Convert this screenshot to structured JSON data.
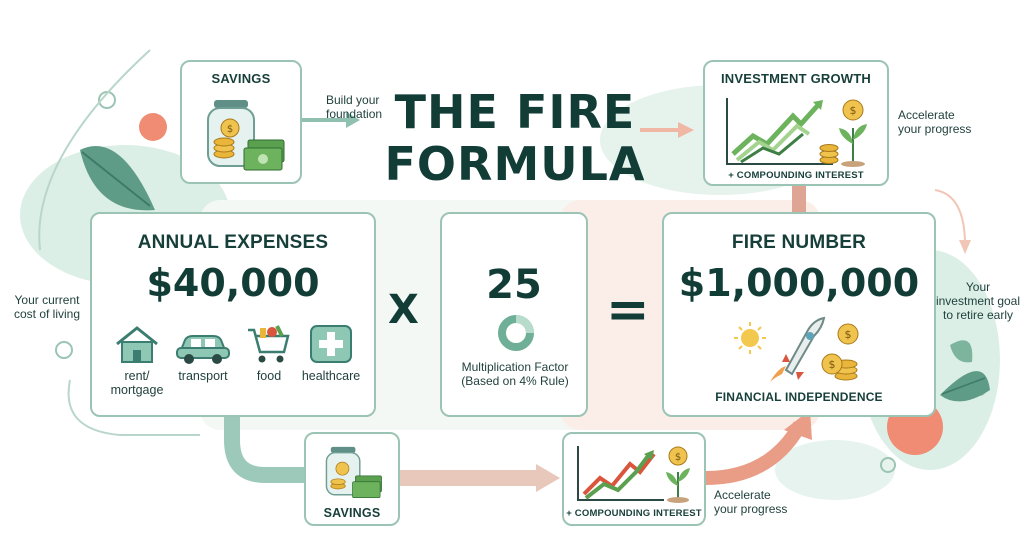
{
  "title": {
    "line1": "THE FIRE",
    "line2": "FORMULA"
  },
  "savings_top": {
    "title": "SAVINGS",
    "caption_line1": "Build your",
    "caption_line2": "foundation"
  },
  "growth_top": {
    "title": "INVESTMENT GROWTH",
    "subtitle": "+ COMPOUNDING INTEREST",
    "caption_line1": "Accelerate",
    "caption_line2": "your progress"
  },
  "expenses": {
    "title": "ANNUAL EXPENSES",
    "amount": "$40,000",
    "caption_line1": "Your current",
    "caption_line2": "cost of living",
    "categories": [
      {
        "icon": "house-icon",
        "label_line1": "rent/",
        "label_line2": "mortgage"
      },
      {
        "icon": "car-icon",
        "label_line1": "transport",
        "label_line2": ""
      },
      {
        "icon": "shopping-cart-icon",
        "label_line1": "food",
        "label_line2": ""
      },
      {
        "icon": "health-cross-icon",
        "label_line1": "healthcare",
        "label_line2": ""
      }
    ]
  },
  "multiply_sign": "X",
  "factor": {
    "value": "25",
    "label_line1": "Multiplication Factor",
    "label_line2": "(Based on 4% Rule)"
  },
  "equals_sign": "=",
  "fire_number": {
    "title": "FIRE NUMBER",
    "amount": "$1,000,000",
    "subtitle": "FINANCIAL INDEPENDENCE",
    "caption_line1": "Your",
    "caption_line2": "investment goal",
    "caption_line3": "to retire early"
  },
  "savings_bottom": {
    "title": "SAVINGS"
  },
  "growth_bottom": {
    "subtitle": "+ COMPOUNDING INTEREST",
    "caption_line1": "Accelerate",
    "caption_line2": "your progress"
  },
  "colors": {
    "dark_green": "#123c36",
    "card_border": "#9cc4b4",
    "mint": "#d8ece4",
    "peach": "#f6ddd3",
    "coral": "#ef8c73",
    "gold": "#e9b53a",
    "chart_green": "#5aa04f",
    "chart_red": "#d9553b"
  }
}
